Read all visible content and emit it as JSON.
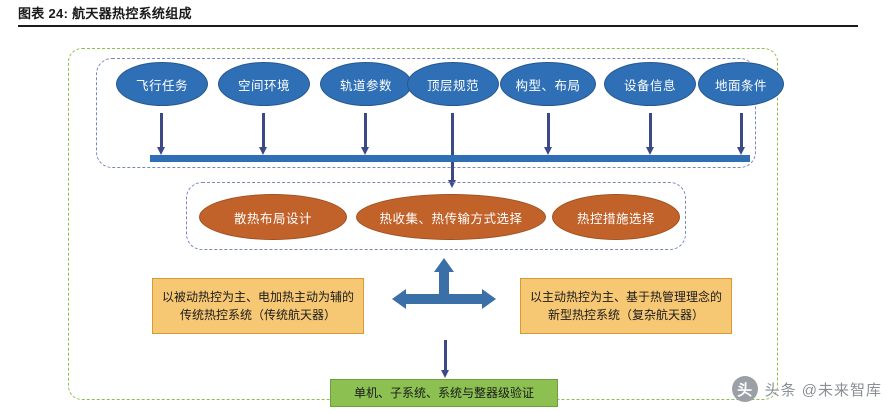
{
  "caption": {
    "label": "图表 24:",
    "title": "航天器热控系统组成",
    "full": "图表 24: 航天器热控系统组成"
  },
  "colors": {
    "blue_node": "#2f6fb5",
    "orange_node": "#c2622b",
    "orange_rect": "#f7c873",
    "green_rect": "#8cc152",
    "arrow": "#3b4a86",
    "cluster_arrow": "#3b6fa8",
    "dashed_purple": "#7b85c4",
    "dashed_green": "#8fbf4e"
  },
  "diagram": {
    "inputs": [
      {
        "label": "飞行任务"
      },
      {
        "label": "空间环境"
      },
      {
        "label": "轨道参数"
      },
      {
        "label": "顶层规范"
      },
      {
        "label": "构型、布局"
      },
      {
        "label": "设备信息"
      },
      {
        "label": "地面条件"
      }
    ],
    "methods": [
      {
        "label": "散热布局设计"
      },
      {
        "label": "热收集、热传输方式选择"
      },
      {
        "label": "热控措施选择"
      }
    ],
    "systems": [
      {
        "label": "以被动热控为主、电加热主动为辅的传统热控系统（传统航天器）"
      },
      {
        "label": "以主动热控为主、基于热管理理念的新型热控系统（复杂航天器）"
      }
    ],
    "validation": {
      "label": "单机、子系统、系统与整器级验证"
    }
  },
  "watermark": {
    "logo": "头",
    "text": "头条 @未来智库"
  }
}
